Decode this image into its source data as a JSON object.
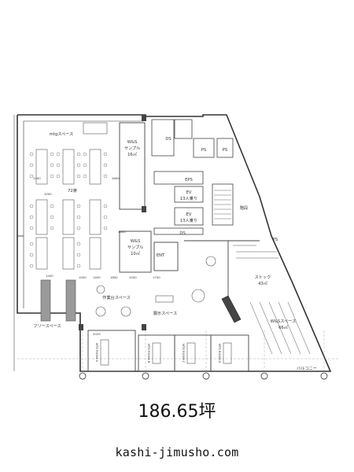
{
  "plan": {
    "rooms": {
      "mtg_space": "mtgスペース",
      "ws_sample_1": "W&S",
      "ws_sample_1b": "サンプル",
      "ws_sample_1c": "16㎡",
      "ws_sample_2": "W&S",
      "ws_sample_2b": "サンプル",
      "ws_sample_2c": "10㎡",
      "seats": "72席",
      "ds_1": "DS",
      "ps_1": "PS",
      "ps_2": "PS",
      "eps": "EPS",
      "ev_1": "EV",
      "ev_1b": "13人乗り",
      "ev_2": "EV",
      "ev_2b": "13人乗り",
      "ds_2": "DS",
      "stairs": "階段",
      "ps_3": "PS",
      "entrance": "ENT",
      "stock": "ストック",
      "stock_area": "43㎡",
      "work_space": "作業台スペース",
      "display_space": "展示スペース",
      "free_space": "フリースペース",
      "ws_space": "W&Sスペース",
      "ws_space_area": "66㎡",
      "meeting_room_a": "MTG ROOM A",
      "meeting_room_b": "MTG ROOM B",
      "meeting_room_c": "MTG ROOM C",
      "meeting_room_d": "MTG ROOM D",
      "balcony": "バルコニー"
    },
    "dimensions": {
      "d1400a": "1400",
      "d1000a": "1000",
      "d1800a": "1800",
      "d1400b": "1400",
      "d1000b": "1000",
      "d1800b": "1800",
      "d1000c": "1000",
      "d1700": "1700",
      "d1400c": "1400",
      "d1600": "1600",
      "d2025": "2025"
    }
  },
  "footer": {
    "area": "186.65坪",
    "site": "kashi-jimusho.com"
  }
}
